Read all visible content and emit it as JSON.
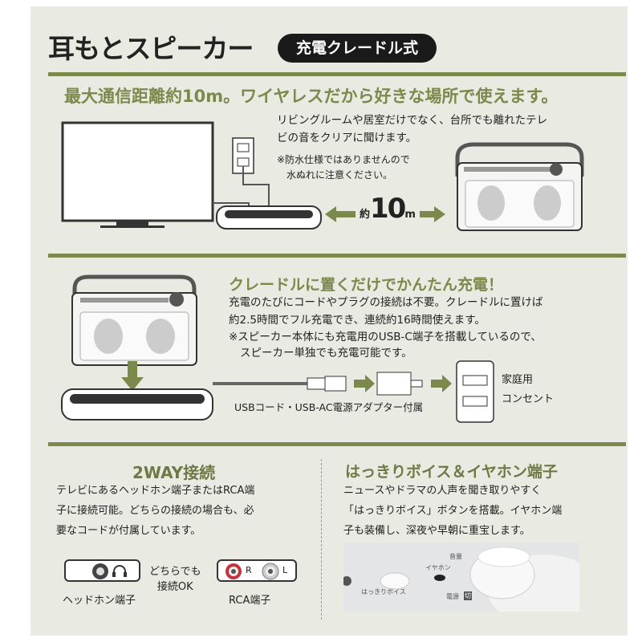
{
  "header": {
    "title": "耳もとスピーカー",
    "badge": "充電クレードル式"
  },
  "section1": {
    "heading": "最大通信距離約10m。ワイヤレスだから好きな場所で使えます。",
    "text": [
      "リビングルームや居室だけでなく、台所でも離れたテレ",
      "ビの音をクリアに聞けます。"
    ],
    "note": [
      "※防水仕様ではありませんので",
      "水ぬれに注意ください。"
    ],
    "distance_prefix": "約",
    "distance_value": "10",
    "distance_unit": "m"
  },
  "section2": {
    "heading": "クレードルに置くだけでかんたん充電！",
    "text": [
      "充電のたびにコードやプラグの接続は不要。クレードルに置けば",
      "約2.5時間でフル充電でき、連続約16時間使えます。"
    ],
    "note": [
      "※スピーカー本体にも充電用のUSB-C端子を搭載しているので、",
      "スピーカー単独でも充電可能です。"
    ],
    "accessory_caption": "USBコード・USB-AC電源アダプター付属",
    "outlet_label": [
      "家庭用",
      "コンセント"
    ]
  },
  "section3_left": {
    "heading": "2WAY接続",
    "text": [
      "テレビにあるヘッドホン端子またはRCA端",
      "子に接続可能。どちらの接続の場合も、必",
      "要なコードが付属しています。"
    ],
    "headphone_label": "ヘッドホン端子",
    "either_ok": [
      "どちらでも",
      "接続OK"
    ],
    "rca_label": "RCA端子",
    "rca_r": "R",
    "rca_l": "L"
  },
  "section3_right": {
    "heading": "はっきりボイス＆イヤホン端子",
    "text": [
      "ニュースやドラマの人声を聞き取りやすく",
      "「はっきりボイス」ボタンを搭載。イヤホン端",
      "子も装備し、深夜や早朝に重宝します。"
    ],
    "photo_labels": {
      "voice": "はっきりボイス",
      "earphone": "イヤホン",
      "volume": "音量",
      "power": "電源",
      "off": "切"
    }
  },
  "colors": {
    "accent": "#7b8a4c",
    "background": "#e9eae1"
  }
}
